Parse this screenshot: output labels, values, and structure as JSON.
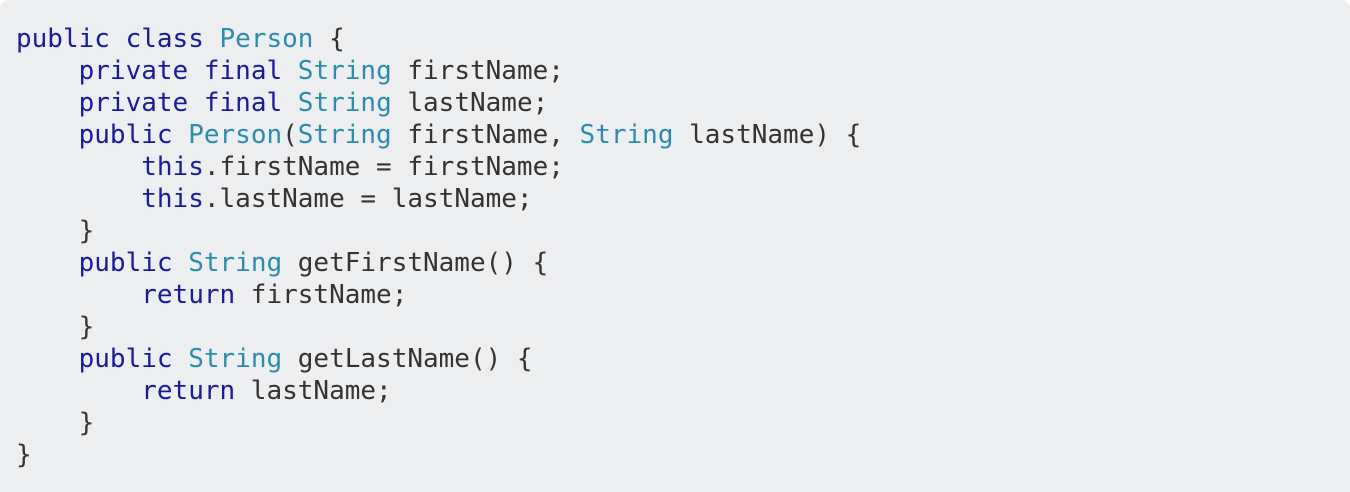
{
  "editor": {
    "language": "java",
    "background_color": "#edeef0",
    "plain_color": "#333333",
    "keyword_color": "#1a1a9c",
    "type_color": "#2b8cad",
    "class_name": "Person",
    "code_text": "public class Person {\n    private final String firstName;\n    private final String lastName;\n    public Person(String firstName, String lastName) {\n        this.firstName = firstName;\n        this.lastName = lastName;\n    }\n    public String getFirstName() {\n        return firstName;\n    }\n    public String getLastName() {\n        return lastName;\n    }\n}",
    "lines": [
      {
        "indent": 0,
        "tokens": [
          {
            "t": "public",
            "k": "kw"
          },
          {
            "t": " ",
            "k": "pln"
          },
          {
            "t": "class",
            "k": "kw"
          },
          {
            "t": " ",
            "k": "pln"
          },
          {
            "t": "Person",
            "k": "typ"
          },
          {
            "t": " {",
            "k": "pun"
          }
        ]
      },
      {
        "indent": 1,
        "tokens": [
          {
            "t": "private",
            "k": "kw"
          },
          {
            "t": " ",
            "k": "pln"
          },
          {
            "t": "final",
            "k": "kw"
          },
          {
            "t": " ",
            "k": "pln"
          },
          {
            "t": "String",
            "k": "typ"
          },
          {
            "t": " firstName;",
            "k": "pln"
          }
        ]
      },
      {
        "indent": 1,
        "tokens": [
          {
            "t": "private",
            "k": "kw"
          },
          {
            "t": " ",
            "k": "pln"
          },
          {
            "t": "final",
            "k": "kw"
          },
          {
            "t": " ",
            "k": "pln"
          },
          {
            "t": "String",
            "k": "typ"
          },
          {
            "t": " lastName;",
            "k": "pln"
          }
        ]
      },
      {
        "indent": 1,
        "tokens": [
          {
            "t": "public",
            "k": "kw"
          },
          {
            "t": " ",
            "k": "pln"
          },
          {
            "t": "Person",
            "k": "typ"
          },
          {
            "t": "(",
            "k": "pun"
          },
          {
            "t": "String",
            "k": "typ"
          },
          {
            "t": " firstName, ",
            "k": "pln"
          },
          {
            "t": "String",
            "k": "typ"
          },
          {
            "t": " lastName) {",
            "k": "pln"
          }
        ]
      },
      {
        "indent": 2,
        "tokens": [
          {
            "t": "this",
            "k": "kw"
          },
          {
            "t": ".firstName = firstName;",
            "k": "pln"
          }
        ]
      },
      {
        "indent": 2,
        "tokens": [
          {
            "t": "this",
            "k": "kw"
          },
          {
            "t": ".lastName = lastName;",
            "k": "pln"
          }
        ]
      },
      {
        "indent": 1,
        "tokens": [
          {
            "t": "}",
            "k": "pun"
          }
        ]
      },
      {
        "indent": 1,
        "tokens": [
          {
            "t": "public",
            "k": "kw"
          },
          {
            "t": " ",
            "k": "pln"
          },
          {
            "t": "String",
            "k": "typ"
          },
          {
            "t": " getFirstName() {",
            "k": "pln"
          }
        ]
      },
      {
        "indent": 2,
        "tokens": [
          {
            "t": "return",
            "k": "kw"
          },
          {
            "t": " firstName;",
            "k": "pln"
          }
        ]
      },
      {
        "indent": 1,
        "tokens": [
          {
            "t": "}",
            "k": "pun"
          }
        ]
      },
      {
        "indent": 1,
        "tokens": [
          {
            "t": "public",
            "k": "kw"
          },
          {
            "t": " ",
            "k": "pln"
          },
          {
            "t": "String",
            "k": "typ"
          },
          {
            "t": " getLastName() {",
            "k": "pln"
          }
        ]
      },
      {
        "indent": 2,
        "tokens": [
          {
            "t": "return",
            "k": "kw"
          },
          {
            "t": " lastName;",
            "k": "pln"
          }
        ]
      },
      {
        "indent": 1,
        "tokens": [
          {
            "t": "}",
            "k": "pun"
          }
        ]
      },
      {
        "indent": 0,
        "tokens": [
          {
            "t": "}",
            "k": "pun"
          }
        ]
      }
    ]
  }
}
